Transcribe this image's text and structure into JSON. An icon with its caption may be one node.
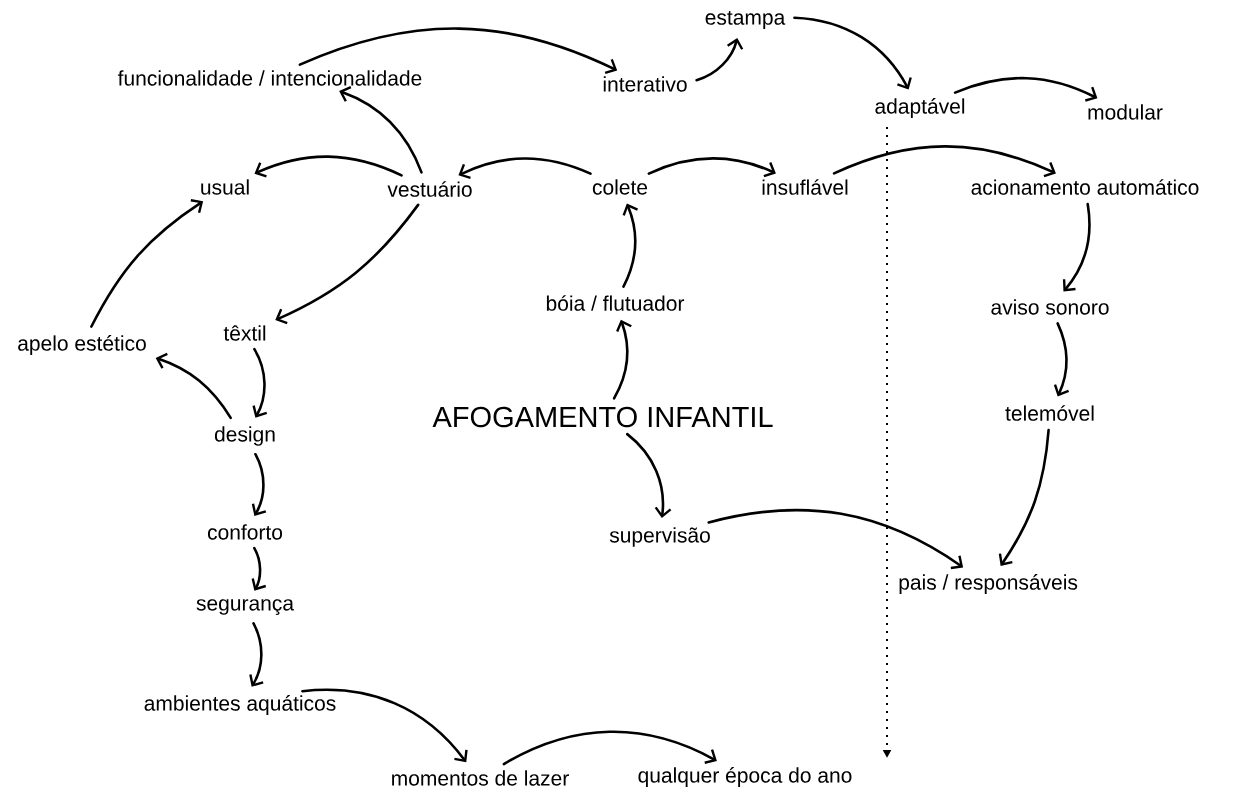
{
  "diagram": {
    "nodes": [
      {
        "text": [
          "funcionalidade / intencionalidade"
        ]
      },
      {
        "text": [
          "interativo"
        ]
      },
      {
        "text": [
          "estampa"
        ]
      },
      {
        "text": [
          "adaptável"
        ]
      },
      {
        "text": [
          "modular"
        ]
      },
      {
        "text": [
          "usual"
        ]
      },
      {
        "text": [
          "vestuário"
        ]
      },
      {
        "text": [
          "colete"
        ]
      },
      {
        "text": [
          "insuflável"
        ]
      },
      {
        "text": [
          "acionamento automático"
        ]
      },
      {
        "text": [
          "bóia / flutuador"
        ]
      },
      {
        "text": [
          "apelo estético"
        ]
      },
      {
        "text": [
          "têxtil"
        ]
      },
      {
        "text": [
          "design"
        ]
      },
      {
        "text": [
          "AFOGAMENTO INFANTIL"
        ]
      },
      {
        "text": [
          "aviso sonoro"
        ]
      },
      {
        "text": [
          "telemóvel"
        ]
      },
      {
        "text": [
          "conforto"
        ]
      },
      {
        "text": [
          "supervisão"
        ]
      },
      {
        "text": [
          "pais / responsáveis"
        ]
      },
      {
        "text": [
          "segurança"
        ]
      },
      {
        "text": [
          "ambientes aquáticos"
        ]
      },
      {
        "text": [
          "momentos de lazer"
        ]
      },
      {
        "text": [
          "qualquer época do ano"
        ]
      }
    ],
    "edges": [
      {
        "from": 0,
        "to": 1,
        "arrow": "to"
      },
      {
        "from": 1,
        "to": 2,
        "arrow": "to"
      },
      {
        "from": 2,
        "to": 3,
        "arrow": "to"
      },
      {
        "from": 3,
        "to": 4,
        "arrow": "to"
      },
      {
        "from": 6,
        "to": 0,
        "arrow": "to"
      },
      {
        "from": 6,
        "to": 5,
        "arrow": "to"
      },
      {
        "from": 7,
        "to": 6,
        "arrow": "to"
      },
      {
        "from": 7,
        "to": 8,
        "arrow": "to"
      },
      {
        "from": 8,
        "to": 9,
        "arrow": "to"
      },
      {
        "from": 10,
        "to": 7,
        "arrow": "to"
      },
      {
        "from": 14,
        "to": 10,
        "arrow": "to"
      },
      {
        "from": 9,
        "to": 15,
        "arrow": "to"
      },
      {
        "from": 15,
        "to": 16,
        "arrow": "to"
      },
      {
        "from": 16,
        "to": 19,
        "arrow": "to"
      },
      {
        "from": 14,
        "to": 18,
        "arrow": "to"
      },
      {
        "from": 18,
        "to": 19,
        "arrow": "to"
      },
      {
        "from": 6,
        "to": 12,
        "arrow": "to"
      },
      {
        "from": 12,
        "to": 13,
        "arrow": "to"
      },
      {
        "from": 13,
        "to": 11,
        "arrow": "to"
      },
      {
        "from": 11,
        "to": 5,
        "arrow": "to"
      },
      {
        "from": 13,
        "to": 17,
        "arrow": "to"
      },
      {
        "from": 17,
        "to": 20,
        "arrow": "to"
      },
      {
        "from": 20,
        "to": 21,
        "arrow": "to"
      },
      {
        "from": 21,
        "to": 22,
        "arrow": "to"
      },
      {
        "from": 22,
        "to": 23,
        "arrow": "to"
      },
      {
        "from": 3,
        "to": 23,
        "arrow": "to",
        "style": "dashed"
      }
    ]
  }
}
